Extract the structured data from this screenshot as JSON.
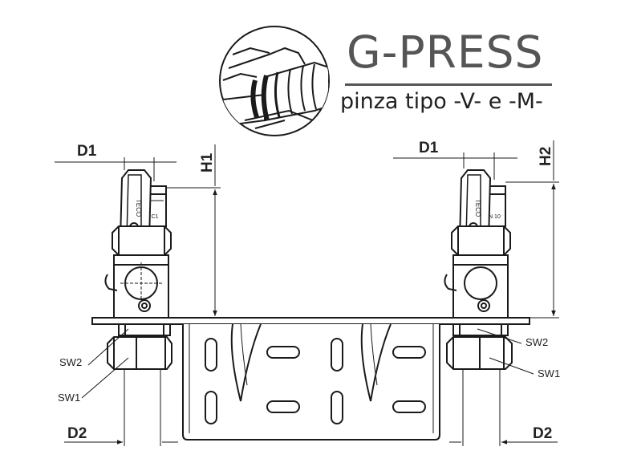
{
  "header": {
    "title": "G-PRESS",
    "subtitle": "pinza tipo -V- e -M-"
  },
  "dimensions": {
    "left": {
      "d1": "D1",
      "h1": "H1",
      "sw2": "SW2",
      "sw1": "SW1",
      "d2": "D2"
    },
    "right": {
      "d1": "D1",
      "h2": "H2",
      "sw2": "SW2",
      "sw1": "SW1",
      "d2": "D2"
    }
  },
  "colors": {
    "line": "#1a1a1a",
    "title": "#555555",
    "thread_fill": "#555555"
  }
}
